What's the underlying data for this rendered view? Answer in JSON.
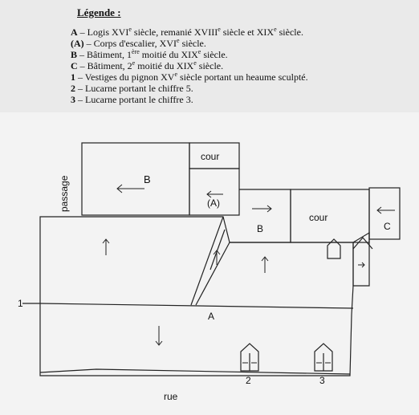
{
  "legend": {
    "title": "Légende :",
    "items": [
      {
        "key": "A",
        "parts": [
          " – Logis XVI",
          "e",
          " siècle, remanié XVIII",
          "e",
          " siècle et XIX",
          "e",
          " siècle."
        ]
      },
      {
        "key": "(A)",
        "parts": [
          " – Corps d'escalier, XVI",
          "e",
          " siècle."
        ]
      },
      {
        "key": "B",
        "parts": [
          " – Bâtiment, 1",
          "ère",
          " moitié du XIX",
          "e",
          " siècle."
        ]
      },
      {
        "key": "C",
        "parts": [
          " – Bâtiment, 2",
          "e",
          " moitié du XIX",
          "e",
          " siècle."
        ]
      },
      {
        "key": "1",
        "parts": [
          " – Vestiges du pignon XV",
          "e",
          " siècle portant un heaume sculpté."
        ]
      },
      {
        "key": "2",
        "parts": [
          " – Lucarne portant le chiffre 5."
        ]
      },
      {
        "key": "3",
        "parts": [
          " – Lucarne portant le chiffre 3."
        ]
      }
    ]
  },
  "plan": {
    "label_cour_top": "cour",
    "label_cour_right": "cour",
    "label_passage": "passage",
    "label_b_top": "B",
    "label_b_mid": "B",
    "label_a_paren": "(A)",
    "label_c": "C",
    "label_a_main": "A",
    "label_1": "1",
    "label_2": "2",
    "label_3": "3",
    "label_rue": "rue"
  }
}
